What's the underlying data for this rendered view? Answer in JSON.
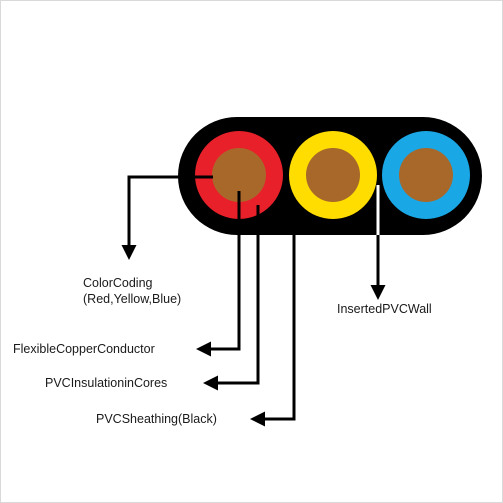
{
  "labels": {
    "color_coding": {
      "line1": "ColorCoding",
      "line2": "(Red,Yellow,Blue)"
    },
    "inserted_pvc_wall": "InsertedPVCWall",
    "flexible_copper_conductor": "FlexibleCopperConductor",
    "pvc_insulation_in_cores": "PVCInsulationinCores",
    "pvc_sheathing": "PVCSheathing(Black)"
  },
  "colors": {
    "sheath": "#000000",
    "core_red": "#e8202a",
    "core_yellow": "#ffdd00",
    "core_blue": "#1aa7e6",
    "copper": "#a8682a",
    "leader_line": "#000000",
    "wall_insert": "#ffffff"
  }
}
